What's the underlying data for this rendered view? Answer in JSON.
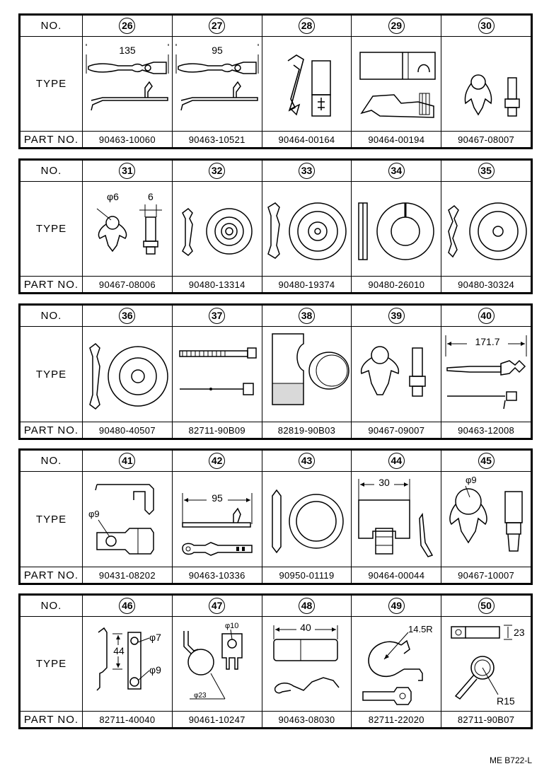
{
  "labels": {
    "no": "NO.",
    "type": "TYPE",
    "part_no": "PART NO."
  },
  "panels": [
    {
      "items": [
        {
          "no": "26",
          "part": "90463-10060",
          "dims": [
            "135"
          ]
        },
        {
          "no": "27",
          "part": "90463-10521",
          "dims": [
            "95"
          ]
        },
        {
          "no": "28",
          "part": "90464-00164",
          "dims": []
        },
        {
          "no": "29",
          "part": "90464-00194",
          "dims": []
        },
        {
          "no": "30",
          "part": "90467-08007",
          "dims": []
        }
      ]
    },
    {
      "items": [
        {
          "no": "31",
          "part": "90467-08006",
          "dims": [
            "φ6",
            "6"
          ]
        },
        {
          "no": "32",
          "part": "90480-13314",
          "dims": []
        },
        {
          "no": "33",
          "part": "90480-19374",
          "dims": []
        },
        {
          "no": "34",
          "part": "90480-26010",
          "dims": []
        },
        {
          "no": "35",
          "part": "90480-30324",
          "dims": []
        }
      ]
    },
    {
      "items": [
        {
          "no": "36",
          "part": "90480-40507",
          "dims": []
        },
        {
          "no": "37",
          "part": "82711-90B09",
          "dims": []
        },
        {
          "no": "38",
          "part": "82819-90B03",
          "dims": []
        },
        {
          "no": "39",
          "part": "90467-09007",
          "dims": []
        },
        {
          "no": "40",
          "part": "90463-12008",
          "dims": [
            "171.7"
          ]
        }
      ]
    },
    {
      "items": [
        {
          "no": "41",
          "part": "90431-08202",
          "dims": [
            "φ9"
          ]
        },
        {
          "no": "42",
          "part": "90463-10336",
          "dims": [
            "95"
          ]
        },
        {
          "no": "43",
          "part": "90950-01119",
          "dims": []
        },
        {
          "no": "44",
          "part": "90464-00044",
          "dims": [
            "30"
          ]
        },
        {
          "no": "45",
          "part": "90467-10007",
          "dims": [
            "φ9"
          ]
        }
      ]
    },
    {
      "items": [
        {
          "no": "46",
          "part": "82711-40040",
          "dims": [
            "44",
            "φ7",
            "φ9"
          ]
        },
        {
          "no": "47",
          "part": "90461-10247",
          "dims": [
            "φ10",
            "φ23"
          ]
        },
        {
          "no": "48",
          "part": "90463-08030",
          "dims": [
            "40"
          ]
        },
        {
          "no": "49",
          "part": "82711-22020",
          "dims": [
            "14.5R"
          ]
        },
        {
          "no": "50",
          "part": "82711-90B07",
          "dims": [
            "23",
            "R15"
          ]
        }
      ]
    }
  ],
  "footer": "ME B722-L"
}
